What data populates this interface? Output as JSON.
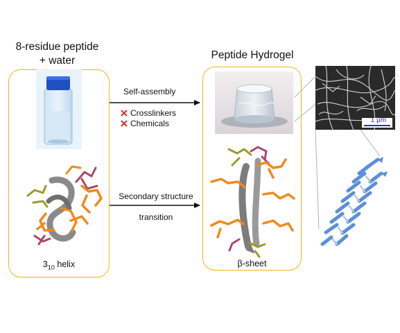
{
  "left": {
    "title_line1": "8-residue peptide",
    "title_line2": "+ water",
    "caption_prefix": "3",
    "caption_sub": "10",
    "caption_suffix": " helix"
  },
  "right": {
    "title": "Peptide Hydrogel",
    "caption": "β-sheet"
  },
  "arrows": {
    "top_label": "Self-assembly",
    "excluded": [
      "Crosslinkers",
      "Chemicals"
    ],
    "bottom_label_line1": "Secondary structure",
    "bottom_label_line2": "transition"
  },
  "micrograph": {
    "scale_bar": "1 μm"
  },
  "colors": {
    "panel_border": "#f2b21b",
    "cross": "#e0302a",
    "orange_residue": "#f08a1c",
    "olive_residue": "#9a9a2a",
    "maroon_residue": "#a8486a",
    "ribbon": "#8a8a8a",
    "fiber": "#5b8fd9",
    "vial_cap": "#1f4fc0",
    "scale_bar": "#2b2bd0"
  }
}
